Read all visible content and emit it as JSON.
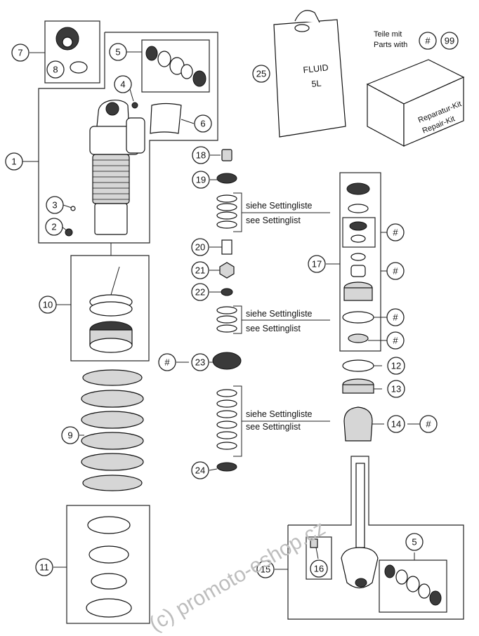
{
  "legend": {
    "line1": "Teile mit",
    "line2": "Parts with",
    "hash": "#",
    "ref": "99"
  },
  "fluid_can": {
    "text1": "FLUID",
    "text2": "5L"
  },
  "repair_kit": {
    "text1": "Reparatur-Kit",
    "text2": "Repair-Kit"
  },
  "settings_note": {
    "de": "siehe Settingliste",
    "en": "see Settinglist"
  },
  "watermark": "(c) promoto-eshop.cz",
  "callouts": {
    "c1": "1",
    "c2": "2",
    "c3": "3",
    "c4": "4",
    "c5": "5",
    "c5b": "5",
    "c6": "6",
    "c7": "7",
    "c8": "8",
    "c9": "9",
    "c10": "10",
    "c11": "11",
    "c12": "12",
    "c13": "13",
    "c14": "14",
    "c15": "15",
    "c16": "16",
    "c17": "17",
    "c18": "18",
    "c19": "19",
    "c20": "20",
    "c21": "21",
    "c22": "22",
    "c23": "23",
    "c24": "24",
    "c25": "25",
    "h17a": "#",
    "h17b": "#",
    "h17c": "#",
    "h17d": "#",
    "h23": "#",
    "h14": "#"
  }
}
